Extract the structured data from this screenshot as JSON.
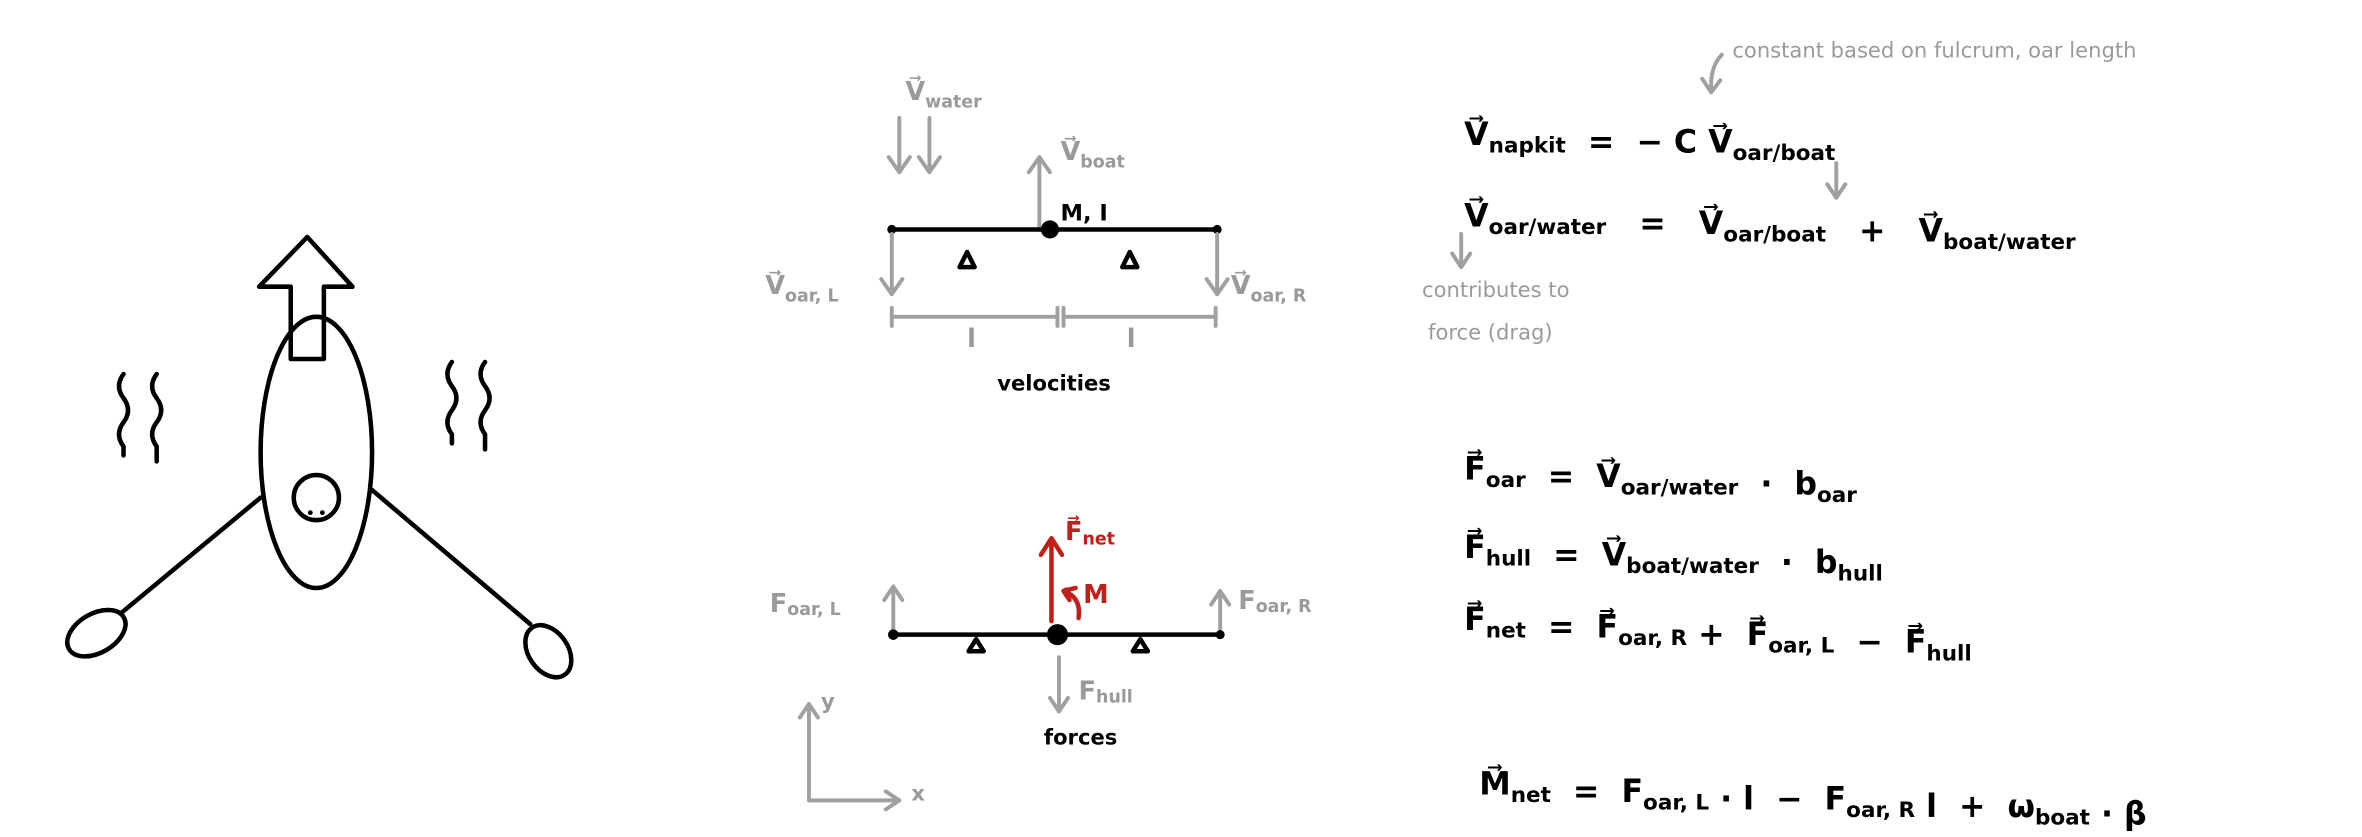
{
  "colors": {
    "ink": "#000000",
    "annotation": "#a0a0a0",
    "highlight": "#c0201a"
  },
  "velocities_diagram": {
    "v_water": {
      "t": "V⃗",
      "s": "water"
    },
    "v_boat": {
      "t": "V⃗",
      "s": "boat"
    },
    "mass_inertia": "M, I",
    "v_oar_left": {
      "t": "V⃗",
      "s": "oar, L"
    },
    "v_oar_right": {
      "t": "V⃗",
      "s": "oar, R"
    },
    "length_left": "l",
    "length_right": "l",
    "caption": "velocities"
  },
  "forces_diagram": {
    "f_oar_left": {
      "t": "F",
      "s": "oar, L"
    },
    "f_oar_right": {
      "t": "F",
      "s": "oar, R"
    },
    "f_net": {
      "t": "F⃗",
      "s": "net"
    },
    "moment": "M",
    "f_hull": {
      "t": "F",
      "s": "hull"
    },
    "caption": "forces",
    "axis_x": "x",
    "axis_y": "y"
  },
  "annotations": {
    "constant_note": "constant based on fulcrum, oar length",
    "drag_note_line1": "contributes to",
    "drag_note_line2": "force (drag)"
  },
  "equations": [
    [
      {
        "t": "V⃗",
        "s": "napkit"
      },
      {
        "t": "  =  − C "
      },
      {
        "t": "V⃗",
        "s": "oar/boat"
      }
    ],
    [
      {
        "t": "V⃗",
        "s": "oar/water"
      },
      {
        "t": "   =   "
      },
      {
        "t": "V⃗",
        "s": "oar/boat"
      },
      {
        "t": "   +   "
      },
      {
        "t": "V⃗",
        "s": "boat/water"
      }
    ],
    [
      {
        "t": "F⃗",
        "s": "oar"
      },
      {
        "t": "  =  "
      },
      {
        "t": "V⃗",
        "s": "oar/water"
      },
      {
        "t": "  ·  b"
      },
      {
        "t": "",
        "s": "oar"
      }
    ],
    [
      {
        "t": "F⃗",
        "s": "hull"
      },
      {
        "t": "  =  "
      },
      {
        "t": "V⃗",
        "s": "boat/water"
      },
      {
        "t": "  ·  b"
      },
      {
        "t": "",
        "s": "hull"
      }
    ],
    [
      {
        "t": "F⃗",
        "s": "net"
      },
      {
        "t": "  =  "
      },
      {
        "t": "F⃗",
        "s": "oar, R"
      },
      {
        "t": " +  "
      },
      {
        "t": "F⃗",
        "s": "oar, L"
      },
      {
        "t": "  −  "
      },
      {
        "t": "F⃗",
        "s": "hull"
      }
    ],
    [
      {
        "t": "M⃗",
        "s": "net"
      },
      {
        "t": "  =  "
      },
      {
        "t": "F",
        "s": "oar, L"
      },
      {
        "t": " · l  −  "
      },
      {
        "t": "F",
        "s": "oar, R"
      },
      {
        "t": " l  +  ω"
      },
      {
        "t": "",
        "s": "boat"
      },
      {
        "t": " · β"
      }
    ]
  ]
}
